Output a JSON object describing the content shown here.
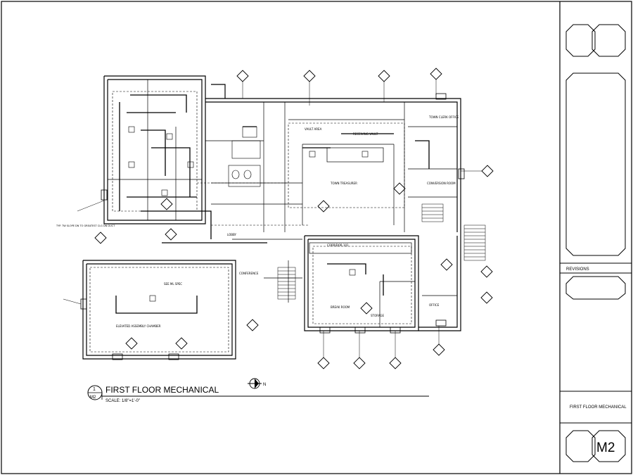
{
  "drawing": {
    "title": "FIRST FLOOR MECHANICAL",
    "scale": "SCALE: 1/8\"=1'-0\"",
    "detail_number": "1",
    "detail_sheet": "M2",
    "north_label": "N"
  },
  "title_block": {
    "revisions_label": "REVISIONS",
    "sheet_title": "FIRST FLOOR MECHANICAL",
    "sheet_number": "M2"
  },
  "rooms": {
    "assembly": "ELEVATED ASSEMBLY CHAMBER",
    "corridor": "CORRIDOR 101",
    "vault": "VAULT AREA",
    "vault2": "RECEIVING VAULT",
    "clerk": "TOWN CLERK OFFICE",
    "break": "BREAK ROOM",
    "storage": "STORAGE",
    "treasurer": "TOWN TREASURER",
    "conference": "CONFERENCE",
    "lobby": "LOBBY",
    "office": "OFFICE",
    "conv": "CONVERSION ROOM"
  },
  "tags": {
    "gauge": "SEE ML SPEC",
    "offset_note": "TYP. TW SLOPE DN TO GREATEST CLG DN DUCT"
  }
}
